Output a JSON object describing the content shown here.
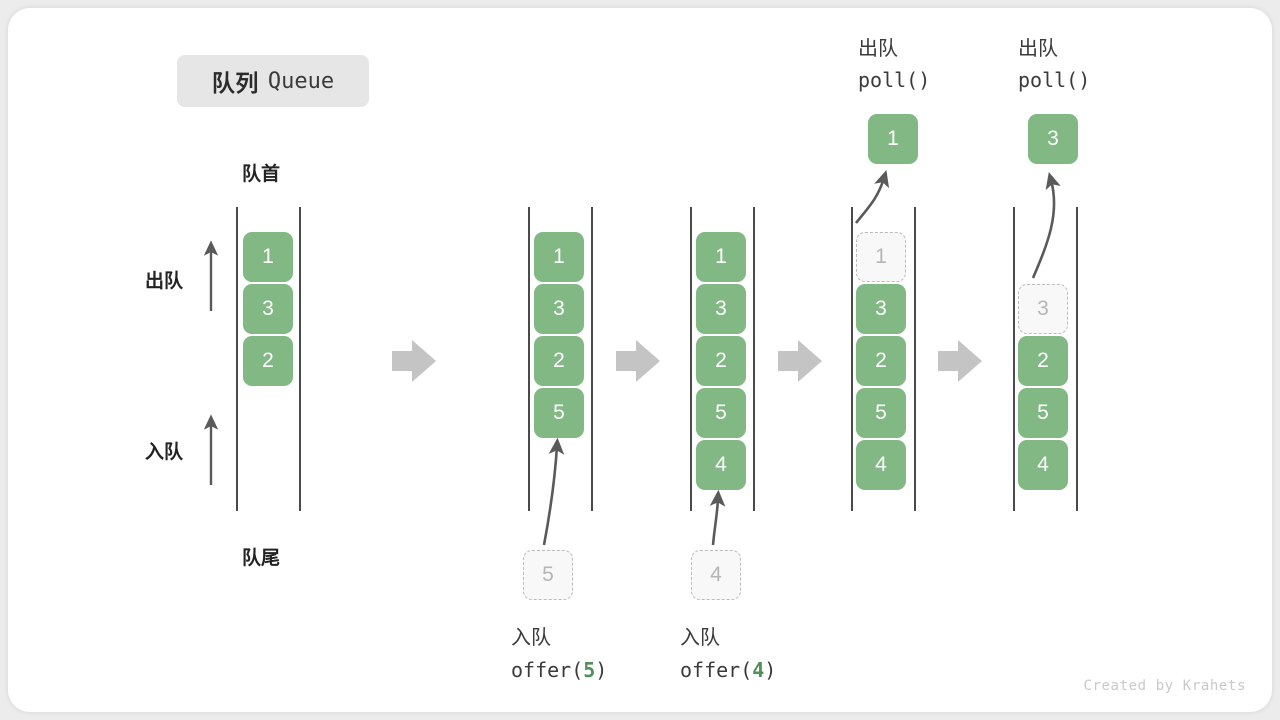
{
  "title": {
    "cn": "队列",
    "en": "Queue"
  },
  "labels": {
    "head": "队首",
    "tail": "队尾",
    "dequeue": "出队",
    "enqueue": "入队"
  },
  "watermark": "Created by Krahets",
  "colors": {
    "cell_green": "#81b884",
    "ghost_fill": "#f8f8f8",
    "ghost_border": "#bcbcbc",
    "ghost_text": "#b6b6b6",
    "rail": "#4a4a4a",
    "block_arrow": "#c4c4c4",
    "thin_arrow": "#5a5a5a",
    "accent_number": "#4f9158",
    "chip_bg": "#e6e6e6",
    "text": "#2f2f2f"
  },
  "stages": [
    {
      "id": "initial",
      "cells": [
        {
          "value": "1",
          "state": "filled"
        },
        {
          "value": "3",
          "state": "filled"
        },
        {
          "value": "2",
          "state": "filled"
        }
      ],
      "caption_cn": "",
      "caption_code": "",
      "input_value": "",
      "result_value": ""
    },
    {
      "id": "offer-5",
      "cells": [
        {
          "value": "1",
          "state": "filled"
        },
        {
          "value": "3",
          "state": "filled"
        },
        {
          "value": "2",
          "state": "filled"
        },
        {
          "value": "5",
          "state": "filled"
        }
      ],
      "caption_cn": "入队",
      "caption_code_prefix": "offer(",
      "caption_code_arg": "5",
      "caption_code_suffix": ")",
      "input_value": "5",
      "result_value": ""
    },
    {
      "id": "offer-4",
      "cells": [
        {
          "value": "1",
          "state": "filled"
        },
        {
          "value": "3",
          "state": "filled"
        },
        {
          "value": "2",
          "state": "filled"
        },
        {
          "value": "5",
          "state": "filled"
        },
        {
          "value": "4",
          "state": "filled"
        }
      ],
      "caption_cn": "入队",
      "caption_code_prefix": "offer(",
      "caption_code_arg": "4",
      "caption_code_suffix": ")",
      "input_value": "4",
      "result_value": ""
    },
    {
      "id": "poll-1",
      "cells": [
        {
          "value": "1",
          "state": "ghost"
        },
        {
          "value": "3",
          "state": "filled"
        },
        {
          "value": "2",
          "state": "filled"
        },
        {
          "value": "5",
          "state": "filled"
        },
        {
          "value": "4",
          "state": "filled"
        }
      ],
      "caption_cn": "出队",
      "caption_code": "poll()",
      "result_value": "1"
    },
    {
      "id": "poll-3",
      "cells": [
        {
          "value": "3",
          "state": "ghost"
        },
        {
          "value": "2",
          "state": "filled"
        },
        {
          "value": "5",
          "state": "filled"
        },
        {
          "value": "4",
          "state": "filled"
        }
      ],
      "caption_cn": "出队",
      "caption_code": "poll()",
      "result_value": "3"
    }
  ]
}
